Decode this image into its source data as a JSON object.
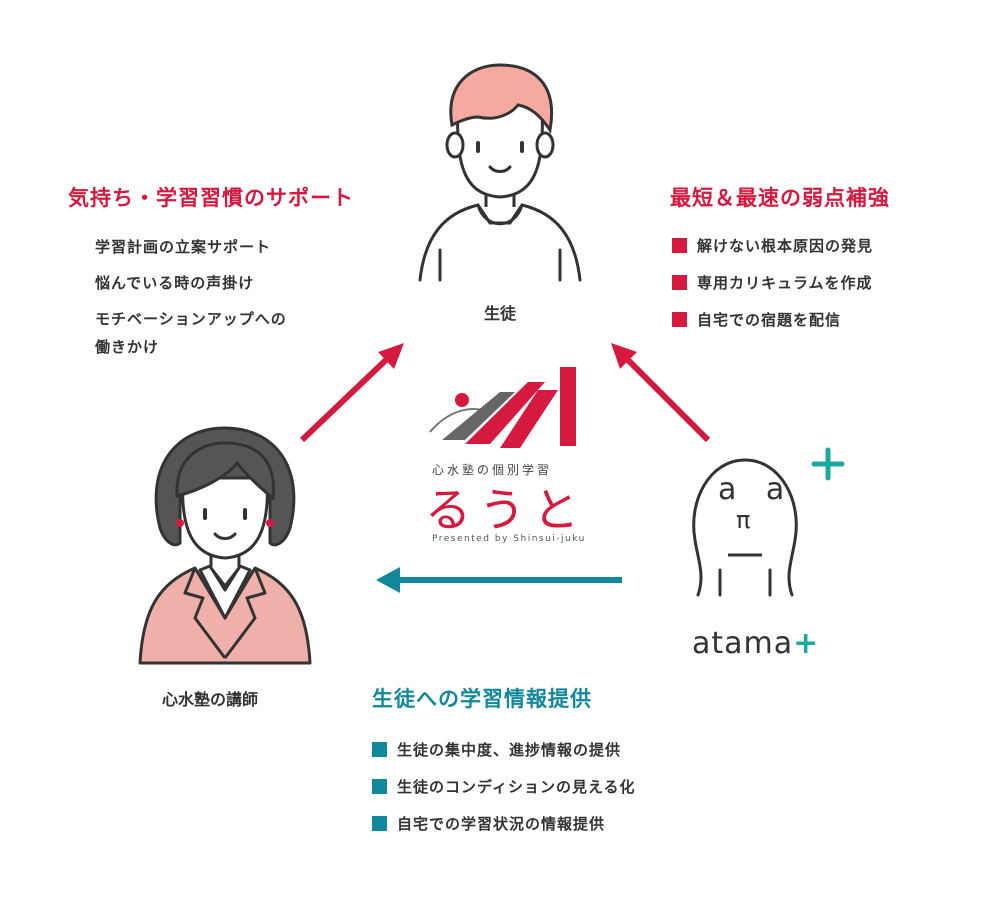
{
  "left_block": {
    "heading": "気持ち・学習習慣のサポート",
    "items": [
      "学習計画の立案サポート",
      "悩んでいる時の声掛け",
      "モチベーションアップへの",
      "働きかけ"
    ]
  },
  "right_block": {
    "heading": "最短＆最速の弱点補強",
    "items": [
      "解けない根本原因の発見",
      "専用カリキュラムを作成",
      "自宅での宿題を配信"
    ]
  },
  "bottom_block": {
    "heading": "生徒への学習情報提供",
    "items": [
      "生徒の集中度、進捗情報の提供",
      "生徒のコンディションの見える化",
      "自宅での学習状況の情報提供"
    ]
  },
  "student": {
    "caption": "生徒"
  },
  "teacher": {
    "caption": "心水塾の講師"
  },
  "logo": {
    "subtitle": "心水塾の個別学習",
    "name": "るうと",
    "presented": "Presented by Shinsui-juku"
  },
  "atama": {
    "face_eyes": "a a",
    "face_mouth": "π",
    "name": "atama",
    "plus": "+"
  },
  "colors": {
    "red": "#d5193f",
    "teal": "#12889c",
    "skin_hair": "#f4aaa0",
    "jacket": "#efb0aa"
  }
}
